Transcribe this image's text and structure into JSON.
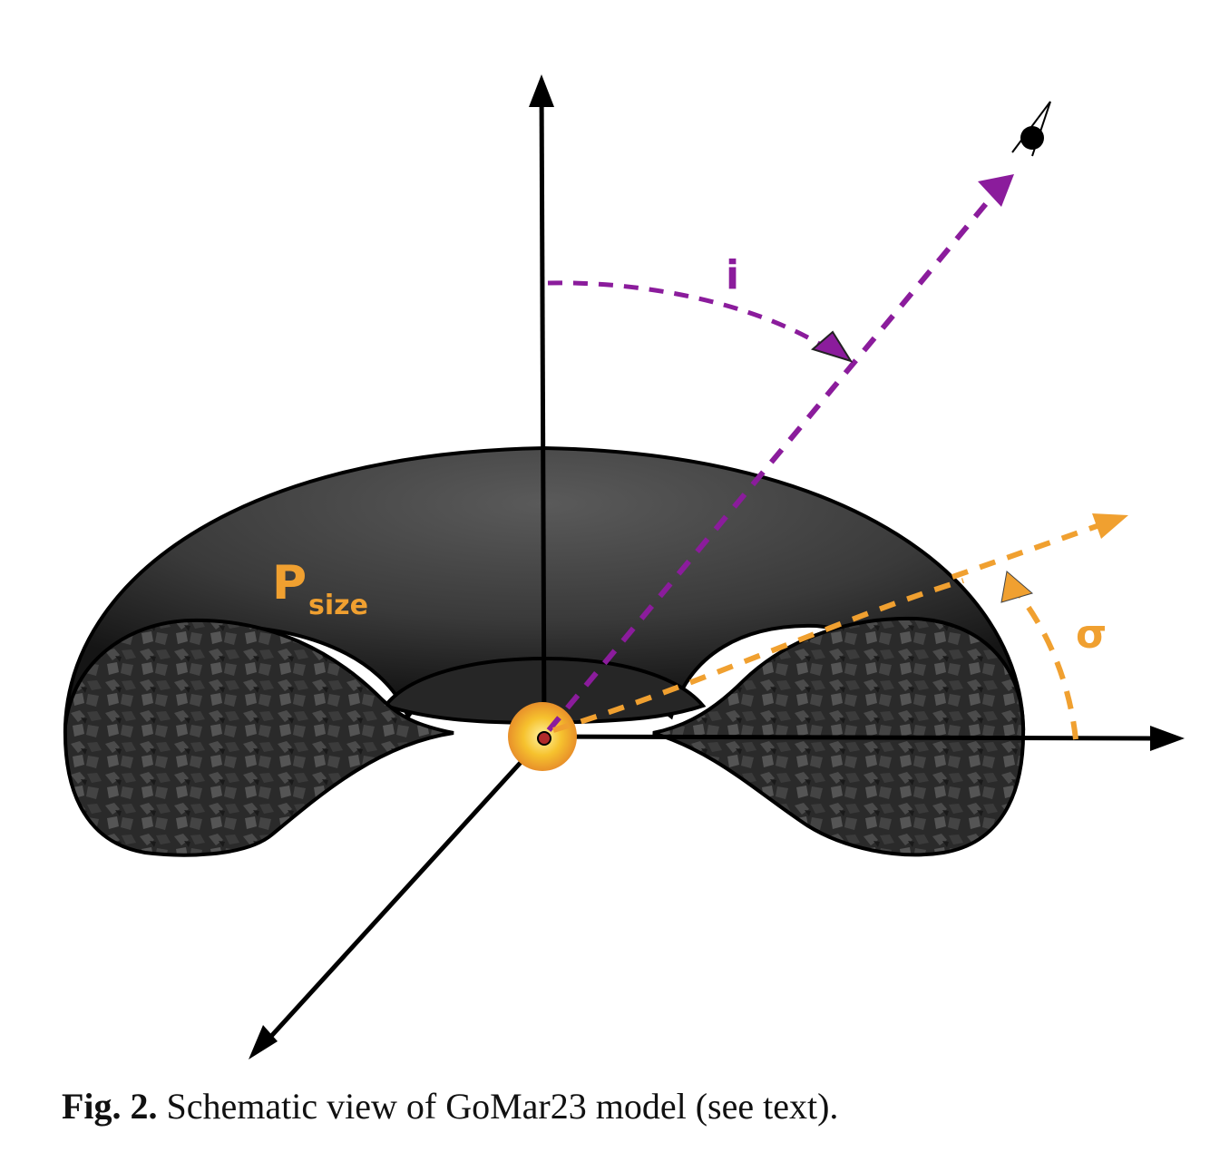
{
  "figure": {
    "labels": {
      "inclination": "i",
      "opening_angle": "σ",
      "size_main": "P",
      "size_sub": "size"
    },
    "colors": {
      "inclination": "#8b1c9c",
      "opening_angle": "#f0a030",
      "axes": "#000000",
      "torus_dark": "#1e1e1e",
      "torus_light": "#555555",
      "core": "#f6c22e"
    },
    "icons": [
      "observer-eye-icon"
    ]
  },
  "caption": {
    "label": "Fig. 2.",
    "text": " Schematic view of GoMar23 model (see text)."
  }
}
